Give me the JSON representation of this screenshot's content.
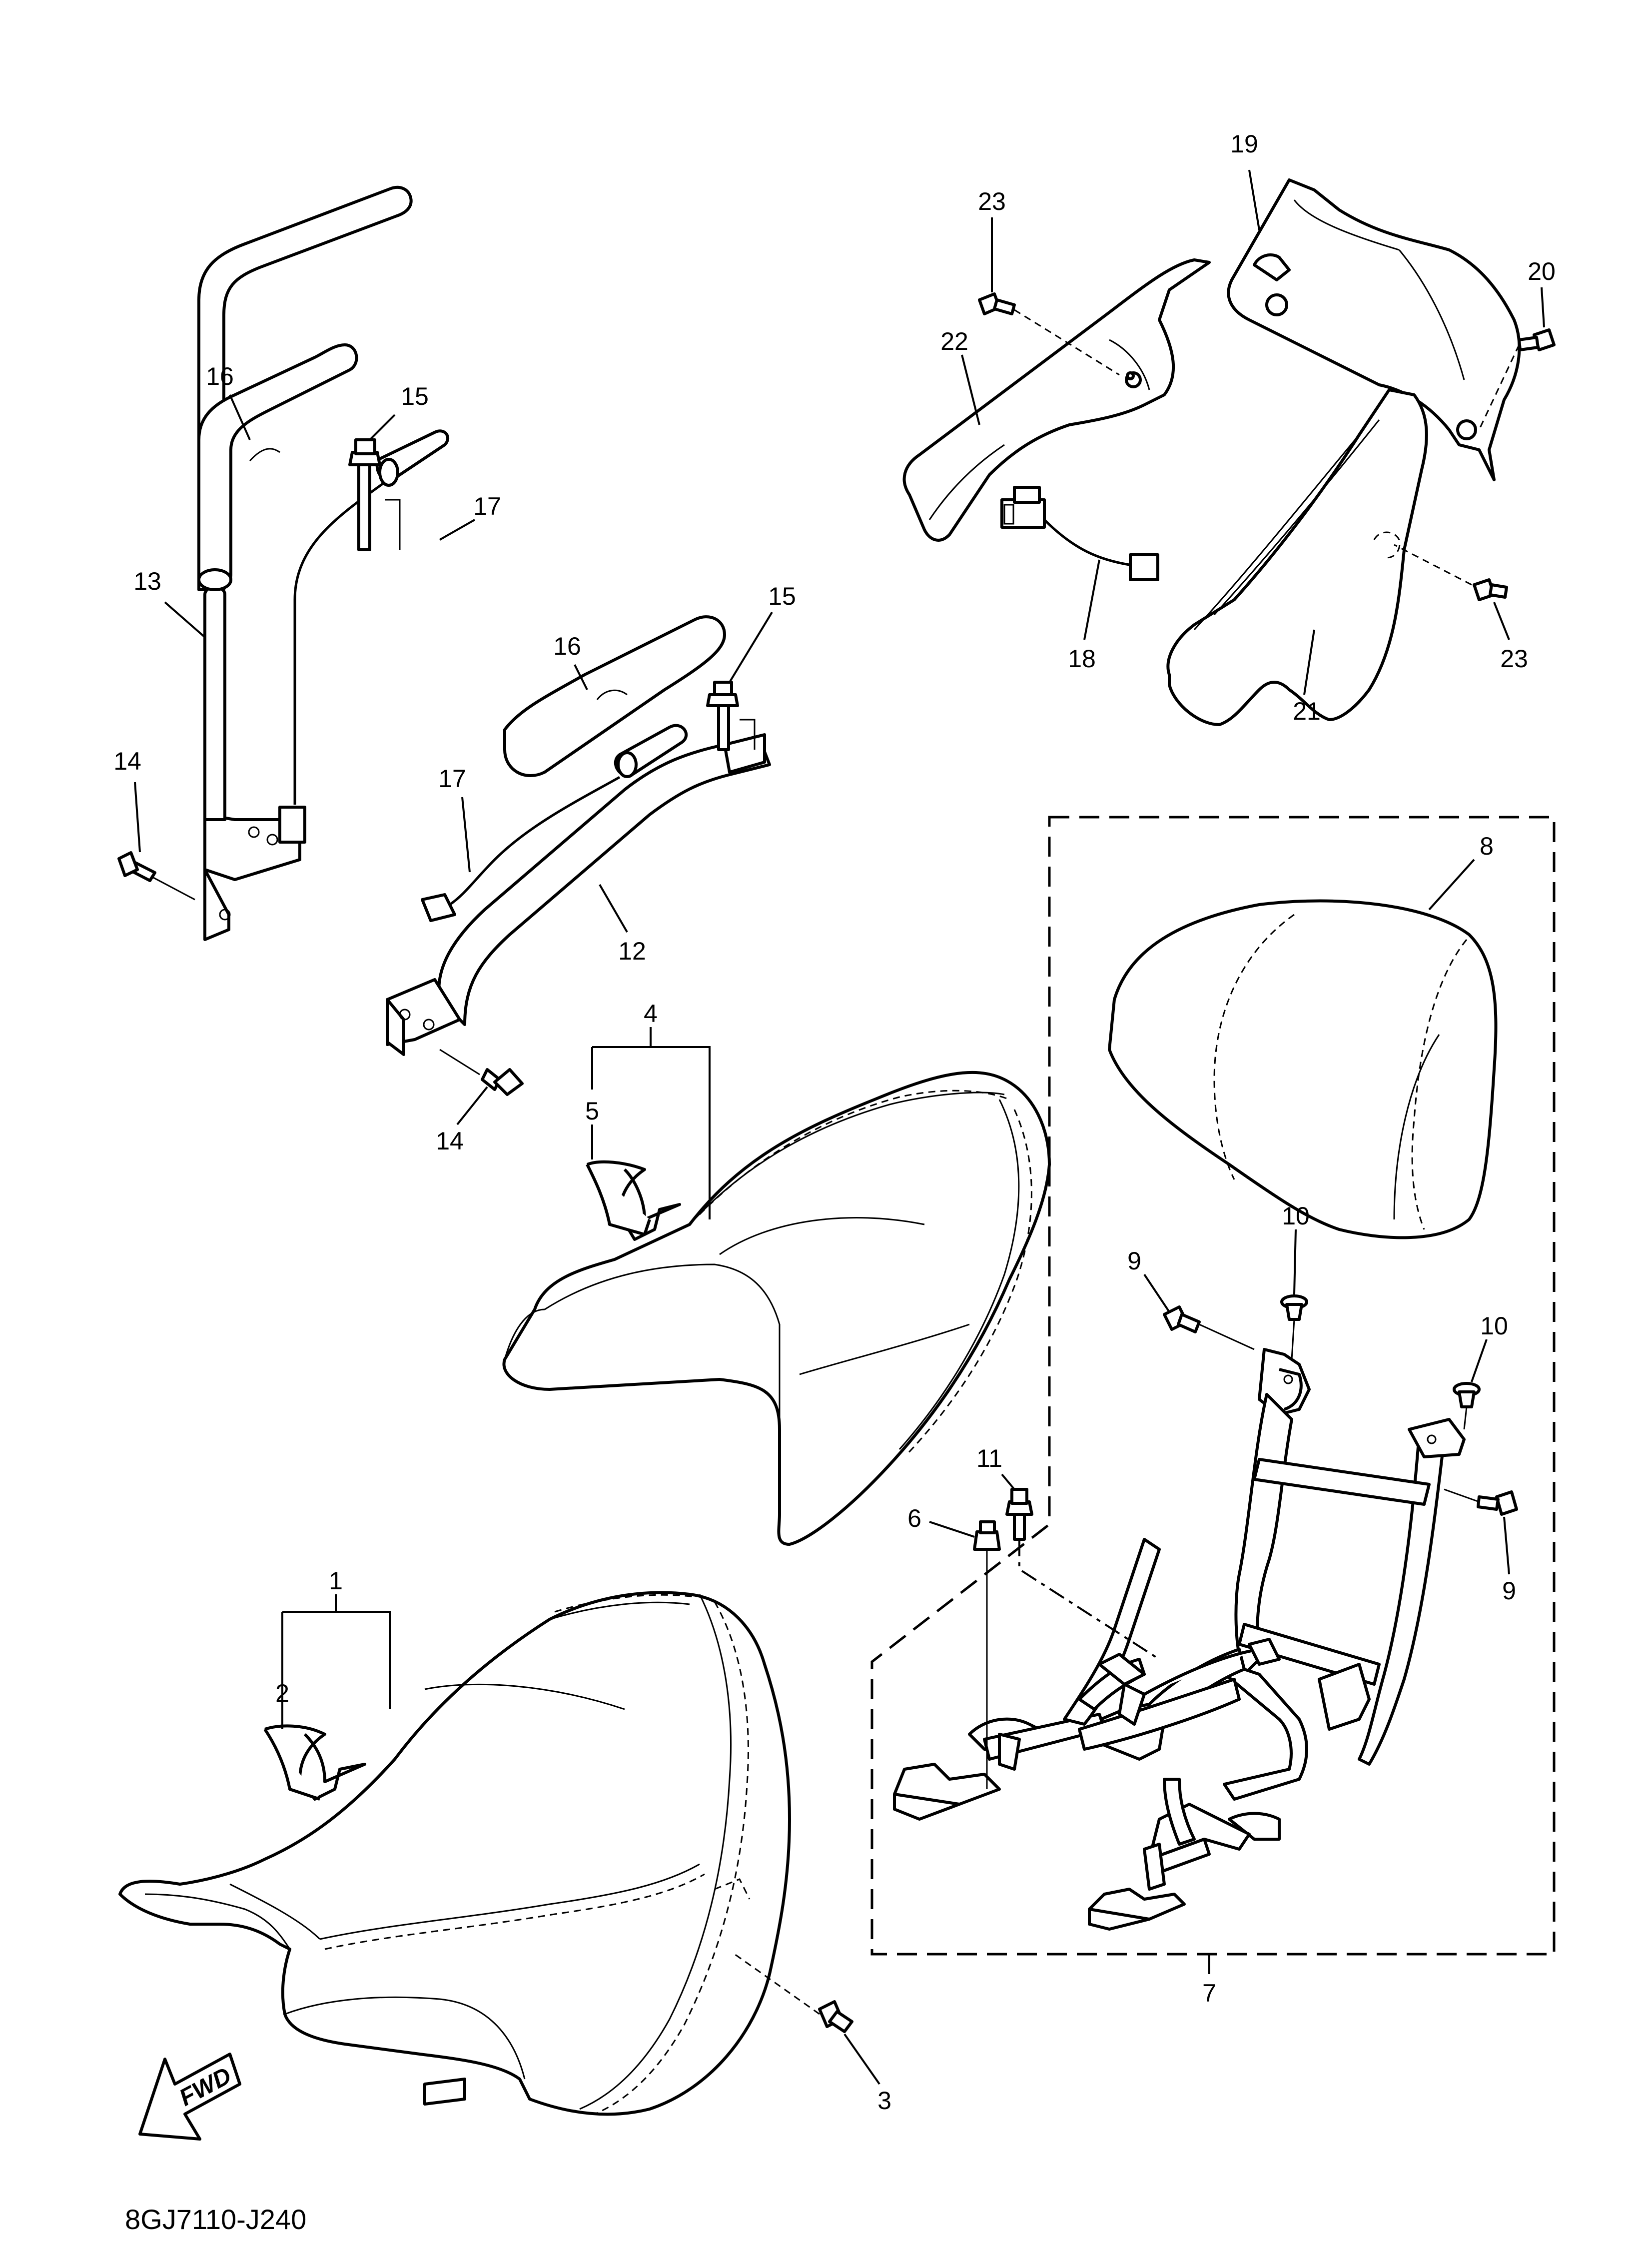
{
  "diagram": {
    "part_number": "8GJ7110-J240",
    "fwd_label": "FWD",
    "callouts": [
      {
        "id": "c1",
        "label": "1"
      },
      {
        "id": "c2",
        "label": "2"
      },
      {
        "id": "c3",
        "label": "3"
      },
      {
        "id": "c4",
        "label": "4"
      },
      {
        "id": "c5",
        "label": "5"
      },
      {
        "id": "c6",
        "label": "6"
      },
      {
        "id": "c7",
        "label": "7"
      },
      {
        "id": "c8",
        "label": "8"
      },
      {
        "id": "c9a",
        "label": "9"
      },
      {
        "id": "c9b",
        "label": "9"
      },
      {
        "id": "c10a",
        "label": "10"
      },
      {
        "id": "c10b",
        "label": "10"
      },
      {
        "id": "c11",
        "label": "11"
      },
      {
        "id": "c12",
        "label": "12"
      },
      {
        "id": "c13",
        "label": "13"
      },
      {
        "id": "c14a",
        "label": "14"
      },
      {
        "id": "c14b",
        "label": "14"
      },
      {
        "id": "c15a",
        "label": "15"
      },
      {
        "id": "c15b",
        "label": "15"
      },
      {
        "id": "c16a",
        "label": "16"
      },
      {
        "id": "c16b",
        "label": "16"
      },
      {
        "id": "c17a",
        "label": "17"
      },
      {
        "id": "c17b",
        "label": "17"
      },
      {
        "id": "c18",
        "label": "18"
      },
      {
        "id": "c19",
        "label": "19"
      },
      {
        "id": "c20",
        "label": "20"
      },
      {
        "id": "c21",
        "label": "21"
      },
      {
        "id": "c22",
        "label": "22"
      },
      {
        "id": "c23a",
        "label": "23"
      },
      {
        "id": "c23b",
        "label": "23"
      }
    ]
  }
}
